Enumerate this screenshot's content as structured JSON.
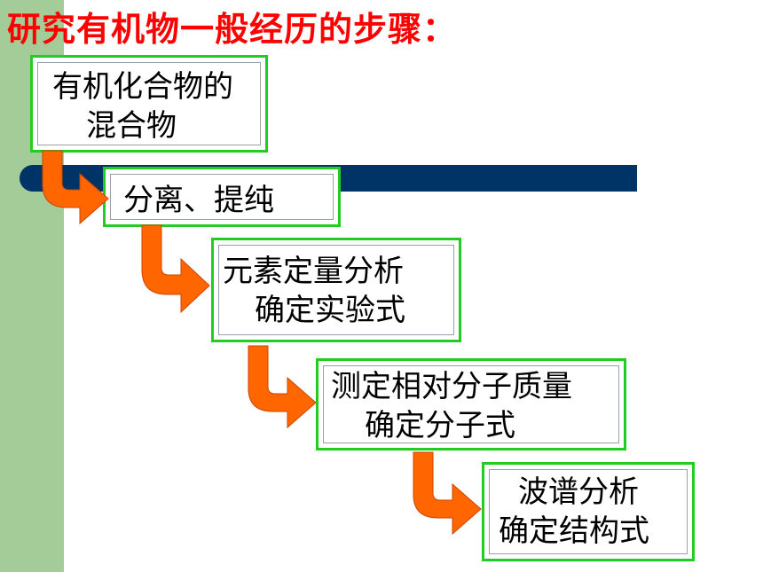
{
  "slide": {
    "title": "研究有机物一般经历的步骤：",
    "steps": [
      {
        "line1": "有机化合物的",
        "line2": "混合物"
      },
      {
        "line1": "分离、提纯"
      },
      {
        "line1": "元素定量分析",
        "line2": "确定实验式"
      },
      {
        "line1": "测定相对分子质量",
        "line2": "确定分子式"
      },
      {
        "line1": "波谱分析",
        "line2": "确定结构式"
      }
    ],
    "arrow_icon": "curved-arrow-right-icon",
    "colors": {
      "title": "#ff0000",
      "box_border": "#22cc22",
      "bar": "#003366",
      "left_band": "#a3cc98",
      "arrow": "#ff6600"
    }
  }
}
